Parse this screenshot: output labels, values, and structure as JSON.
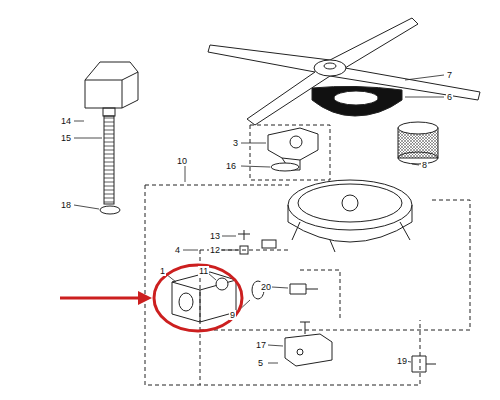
{
  "diagram": {
    "labels": [
      "7",
      "14",
      "6",
      "3",
      "16",
      "8",
      "10",
      "15",
      "18",
      "4",
      "13",
      "12",
      "1",
      "11",
      "20",
      "9",
      "17",
      "5",
      "19"
    ]
  }
}
